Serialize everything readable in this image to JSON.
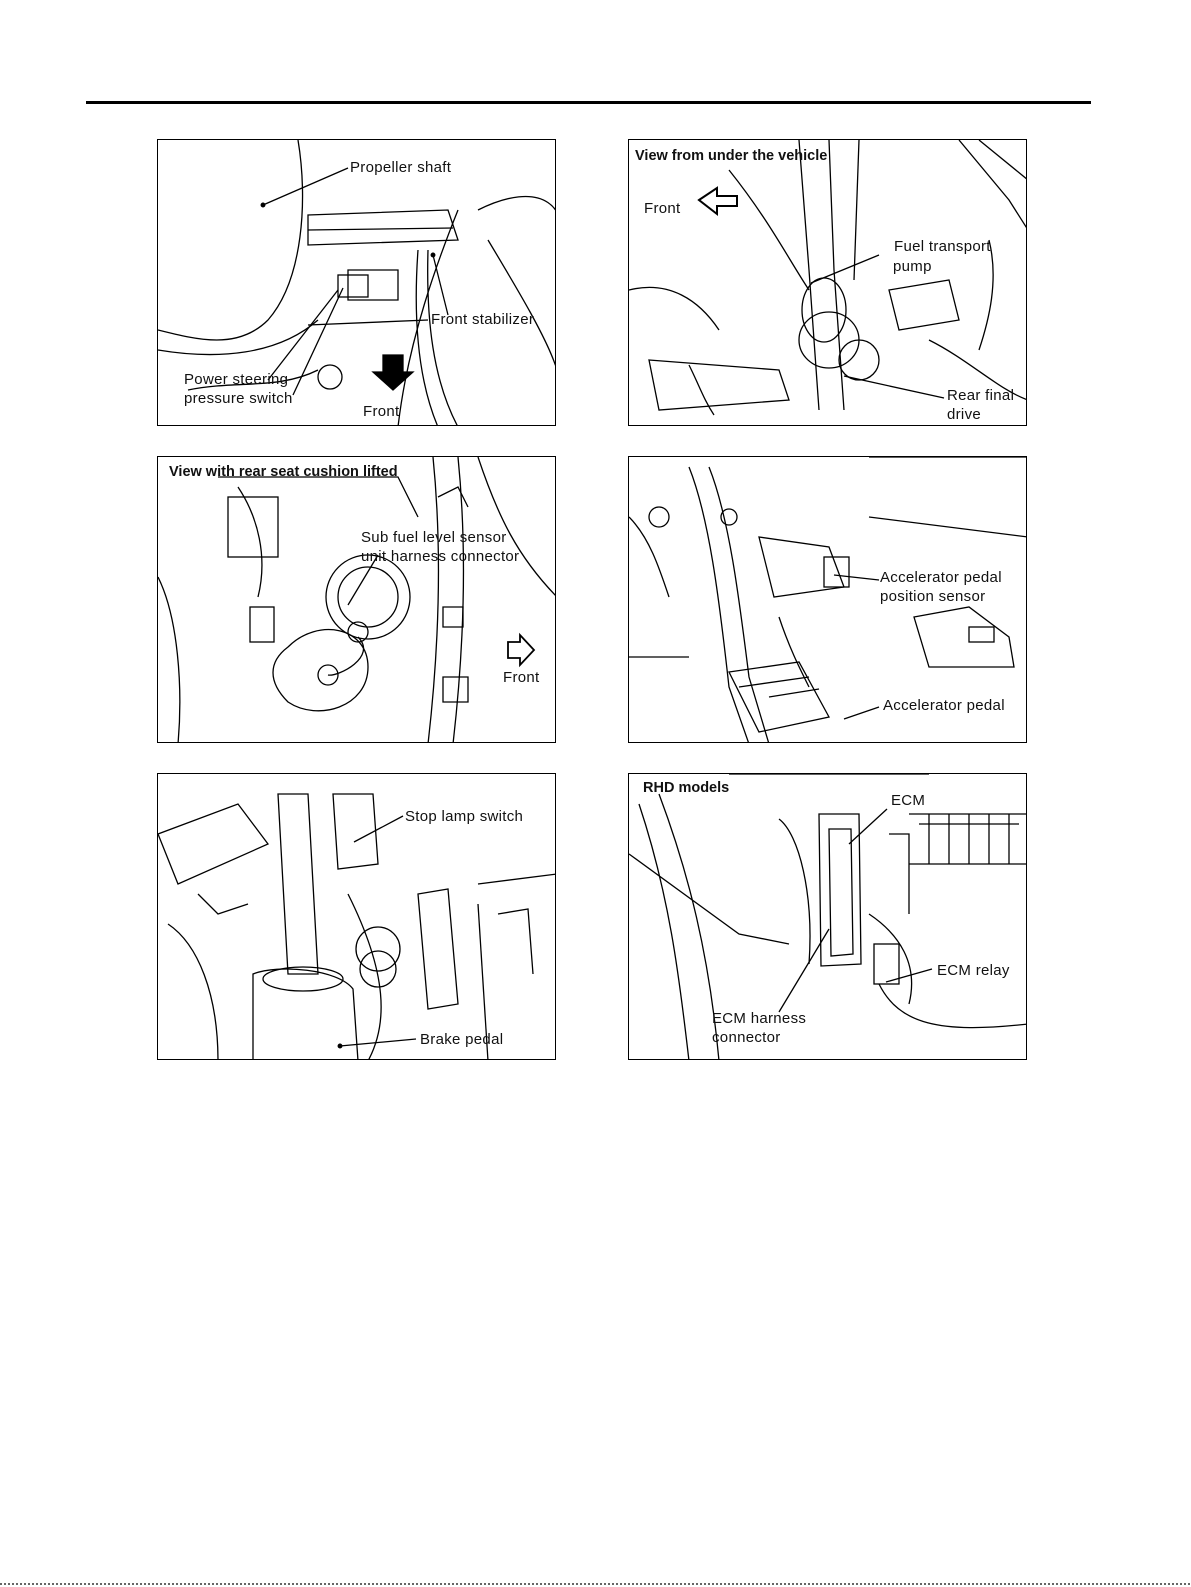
{
  "panels": [
    {
      "id": "propeller-front",
      "title": "",
      "labels": {
        "propeller_shaft": "Propeller shaft",
        "front_stabilizer": "Front stabilizer",
        "ps_switch_line1": "Power steering",
        "ps_switch_line2": "pressure switch",
        "front": "Front"
      }
    },
    {
      "id": "under-vehicle",
      "title": "View from under the vehicle",
      "labels": {
        "front": "Front",
        "pump_line1": "Fuel transport",
        "pump_line2": "pump",
        "rear_line1": "Rear final",
        "rear_line2": "drive"
      }
    },
    {
      "id": "rear-seat",
      "title": "View with rear seat cushion lifted",
      "labels": {
        "sensor_line1": "Sub fuel level sensor",
        "sensor_line2": "unit harness connector",
        "front": "Front"
      }
    },
    {
      "id": "accelerator",
      "title": "",
      "labels": {
        "aps_line1": "Accelerator pedal",
        "aps_line2": "position sensor",
        "pedal": "Accelerator pedal"
      }
    },
    {
      "id": "brake",
      "title": "",
      "labels": {
        "stop_lamp": "Stop lamp switch",
        "brake_pedal": "Brake pedal"
      }
    },
    {
      "id": "ecm",
      "title": "RHD models",
      "labels": {
        "ecm": "ECM",
        "ecm_relay": "ECM relay",
        "harness_line1": "ECM harness",
        "harness_line2": "connector"
      }
    }
  ]
}
